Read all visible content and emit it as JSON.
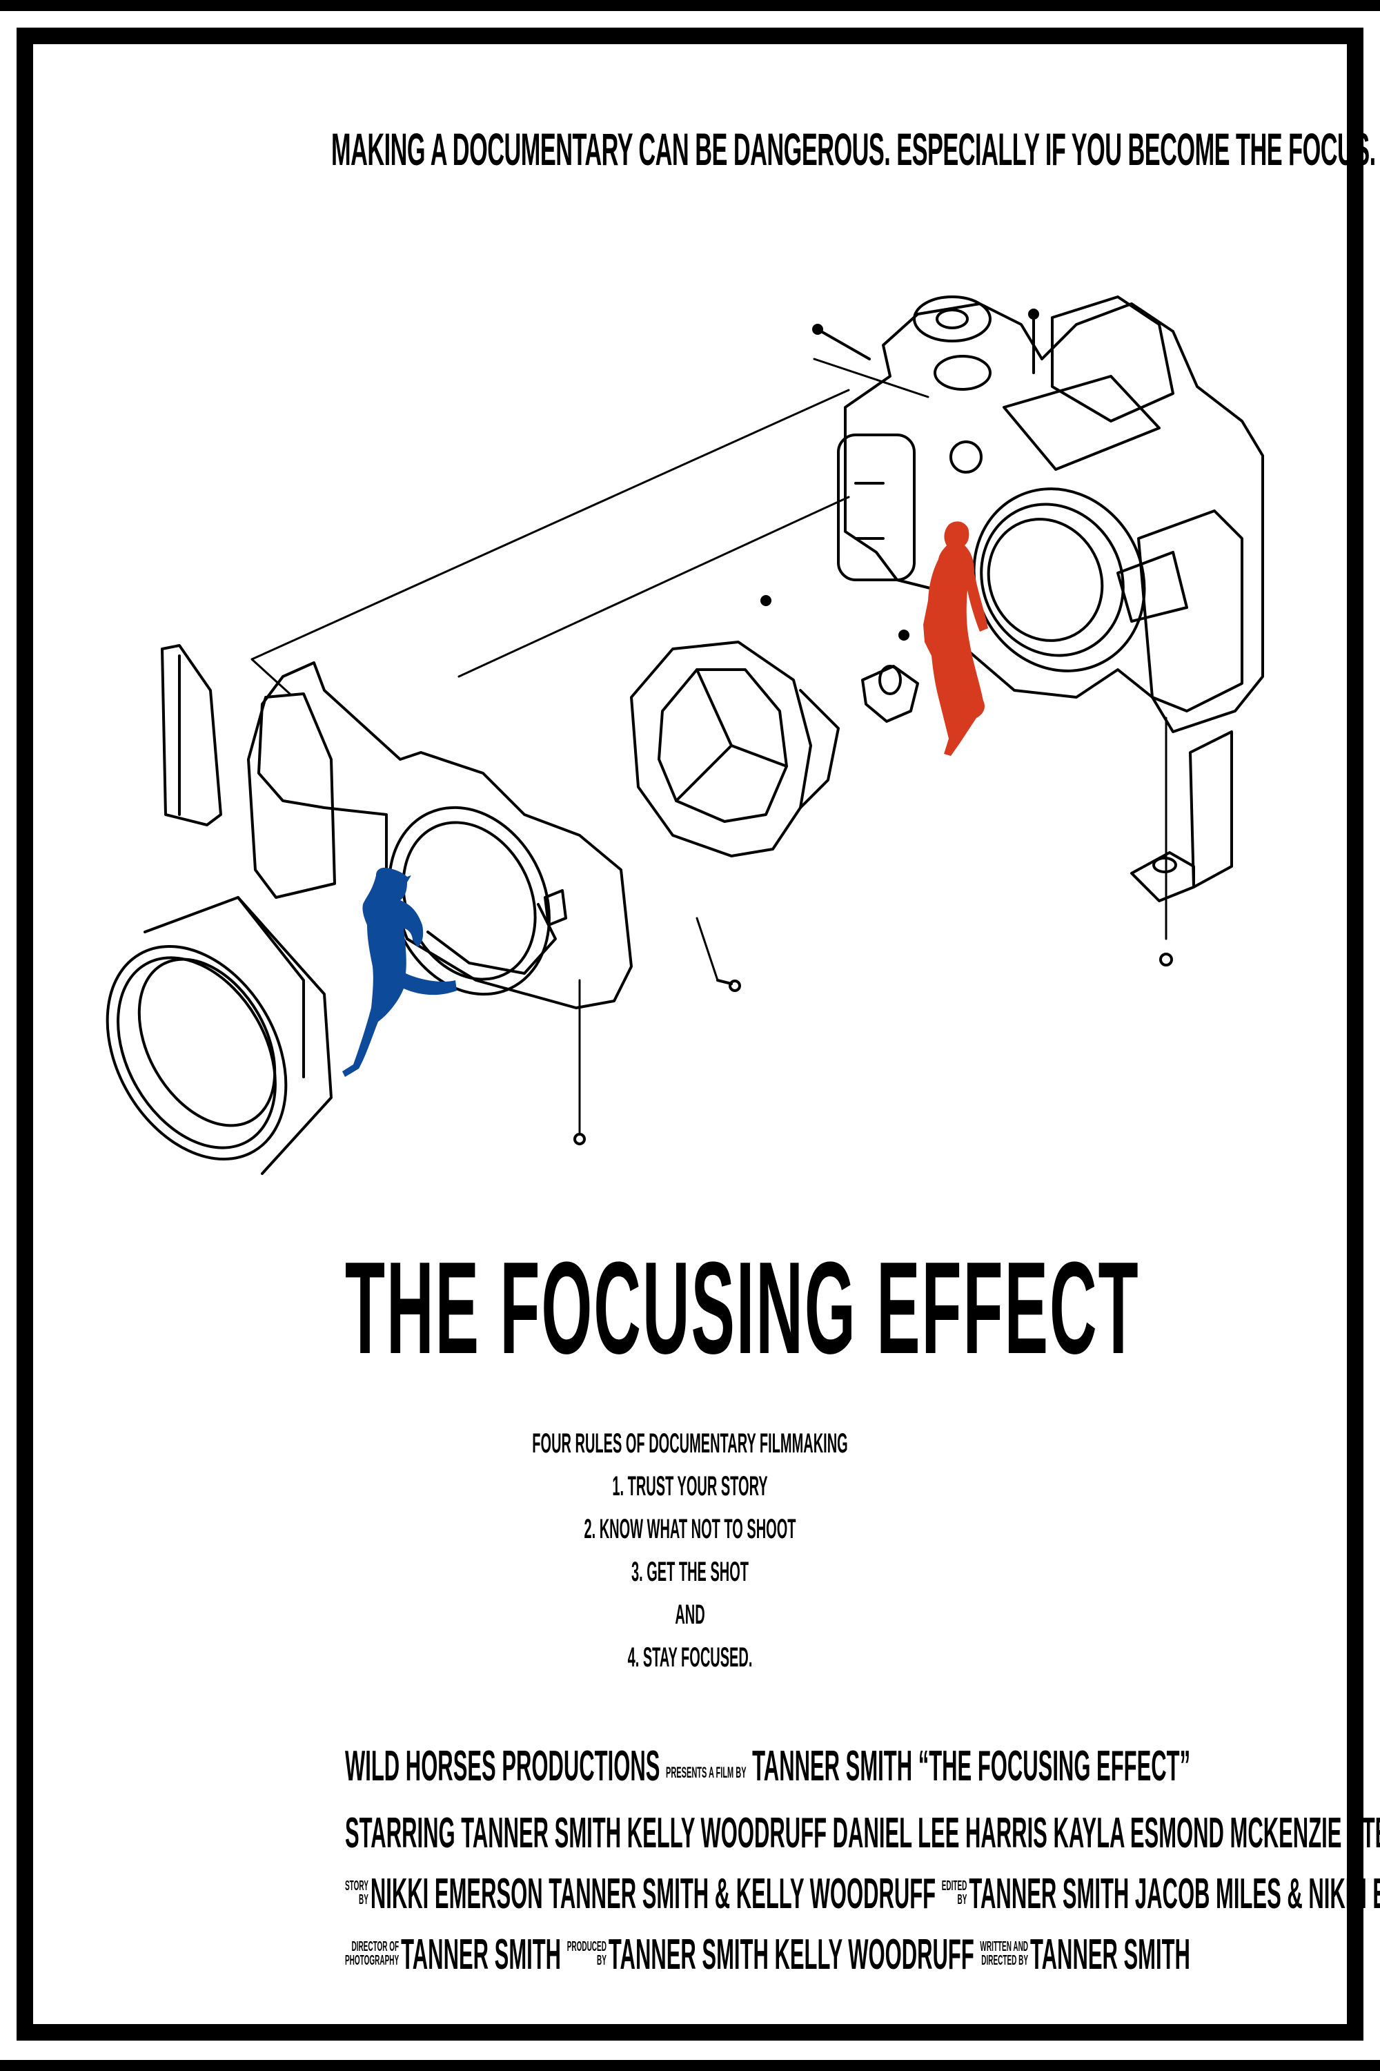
{
  "poster": {
    "tagline": "MAKING A DOCUMENTARY CAN BE DANGEROUS. ESPECIALLY IF YOU BECOME THE FOCUS.",
    "title": "THE FOCUSING EFFECT",
    "rules": {
      "heading": "FOUR RULES OF DOCUMENTARY FILMMAKING",
      "items": [
        "1. TRUST YOUR STORY",
        "2. KNOW WHAT NOT TO SHOOT",
        "3. GET THE SHOT",
        "AND",
        "4. STAY FOCUSED."
      ]
    },
    "illustration": {
      "description": "exploded-camera-diagram",
      "figures": [
        {
          "name": "running-woman-silhouette",
          "color": "#0d4a9a"
        },
        {
          "name": "walking-man-silhouette",
          "color": "#d63a1f"
        }
      ]
    },
    "credits": {
      "line1": {
        "company": "WILD HORSES PRODUCTIONS",
        "presents": "PRESENTS A FILM BY",
        "director": "TANNER SMITH",
        "title_quoted": "“THE FOCUSING EFFECT”"
      },
      "line2": "STARRING TANNER SMITH KELLY WOODRUFF DANIEL LEE HARRIS KAYLA ESMOND MCKENZIE STELL",
      "line3": {
        "story_label_1": "STORY",
        "story_label_2": "BY",
        "story_names": "NIKKI EMERSON TANNER SMITH & KELLY WOODRUFF",
        "edited_label_1": "EDITED",
        "edited_label_2": "BY",
        "edited_names": "TANNER SMITH JACOB MILES & NIKKI EMERSON"
      },
      "line4": {
        "dop_label_1": "DIRECTOR OF",
        "dop_label_2": "PHOTOGRAPHY",
        "dop_name": "TANNER SMITH",
        "produced_label_1": "PRODUCED",
        "produced_label_2": "BY",
        "produced_names": "TANNER SMITH KELLY WOODRUFF",
        "written_label_1": "WRITTEN AND",
        "written_label_2": "DIRECTED BY",
        "written_name": "TANNER SMITH"
      }
    },
    "colors": {
      "frame": "#000000",
      "background": "#ffffff",
      "blue_figure": "#0d4a9a",
      "red_figure": "#d63a1f"
    }
  }
}
